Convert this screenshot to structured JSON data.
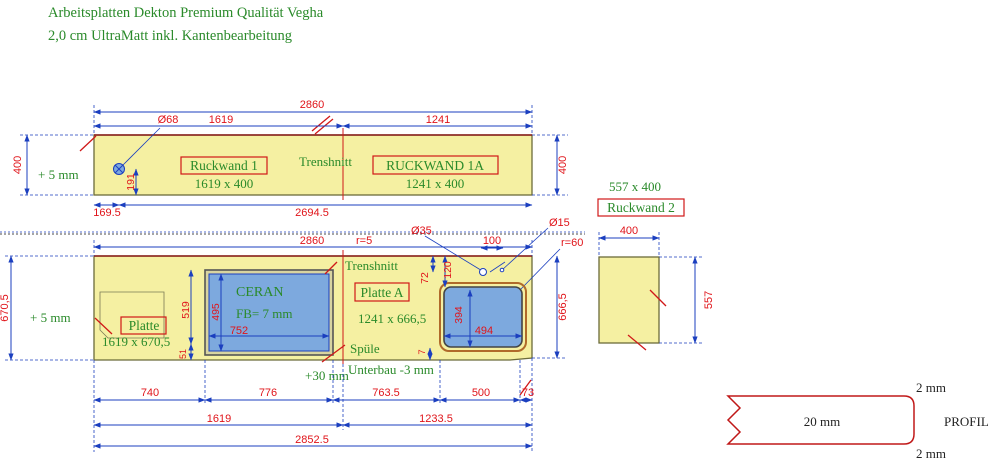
{
  "header": {
    "line1": "Arbeitsplatten Dekton Premium Qualität Vegha",
    "line2": "2,0 cm UltraMatt inkl. Kantenbearbeitung"
  },
  "colors": {
    "panel_fill": "#f5f0a2",
    "panel_stroke": "#6b6b3a",
    "dim_blue": "#1b3fbf",
    "dim_red": "#e0141a",
    "label_green": "#2a8a2a",
    "label_box": "#d01818",
    "cutout_blue": "#7da9de",
    "cutout_frame": "#555555",
    "sink_frame": "#b06a2a"
  },
  "ruckwand1": {
    "dims": {
      "total": "2860",
      "seg_left": "1619",
      "seg_right": "1241",
      "diameter": "Ø68",
      "height_left": "400",
      "height_right": "400",
      "offset": "+ 5 mm",
      "hole_height": "191",
      "hole_offset": "169.5",
      "hole_distance": "2694.5"
    },
    "label_a": "Ruckwand 1",
    "size_a": "1619 x 400",
    "split_text": "Trenshnitt",
    "label_b": "RUCKWAND 1A",
    "size_b": "1241 x 400"
  },
  "ruckwand2": {
    "size_text": "557 x 400",
    "label": "Ruckwand 2",
    "width": "400",
    "height": "557"
  },
  "platte": {
    "dims": {
      "top_total": "2860",
      "r_inner": "r=5",
      "diameter_tap": "Ø35",
      "tap_offset": "100",
      "diameter_small": "Ø15",
      "r_sink": "r=60",
      "height_left": "670,5",
      "height_right": "666,5",
      "offset": "+ 5 mm",
      "ceran_depth_outer": "519",
      "ceran_depth_inner": "495",
      "ceran_width": "752",
      "ceran_front": "51",
      "sink_top": "120",
      "sink_tap": "72",
      "sink_depth": "394",
      "sink_width": "494",
      "sink_front": "7",
      "b_740": "740",
      "b_776": "776",
      "b_763": "763.5",
      "b_500": "500",
      "b_73": "73",
      "b_1619": "1619",
      "b_1233": "1233.5",
      "b_2852": "2852.5"
    },
    "split_text": "Trenshnitt",
    "ceran_title": "CERAN",
    "ceran_sub": "FB= 7 mm",
    "label_left": "Platte",
    "size_left": "1619 x 670,5",
    "label_right": "Platte A",
    "size_right": "1241 x 666,5",
    "spule": "Spüle",
    "plus30": "+30 mm",
    "unterbau": "Unterbau -3 mm"
  },
  "profil": {
    "top": "2 mm",
    "thickness": "20 mm",
    "bottom": "2 mm",
    "label": "PROFIL"
  }
}
